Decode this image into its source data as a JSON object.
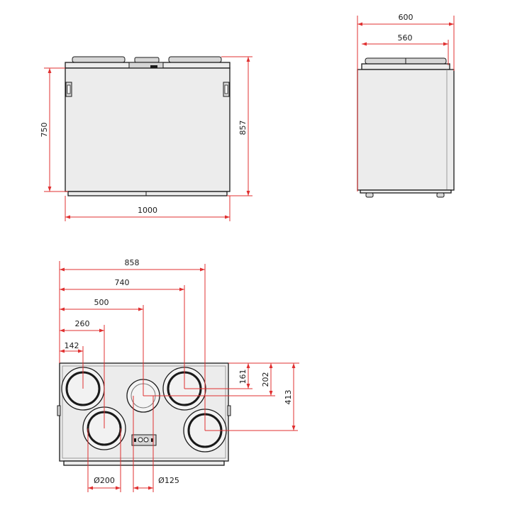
{
  "dimensions": {
    "front_height": "750",
    "total_height": "857",
    "front_width": "1000",
    "side_outer_width": "600",
    "side_inner_width": "560",
    "top_858": "858",
    "top_740": "740",
    "top_500": "500",
    "top_260": "260",
    "top_142": "142",
    "right_161": "161",
    "right_202": "202",
    "right_413": "413",
    "dia_200": "Ø200",
    "dia_125": "Ø125"
  }
}
